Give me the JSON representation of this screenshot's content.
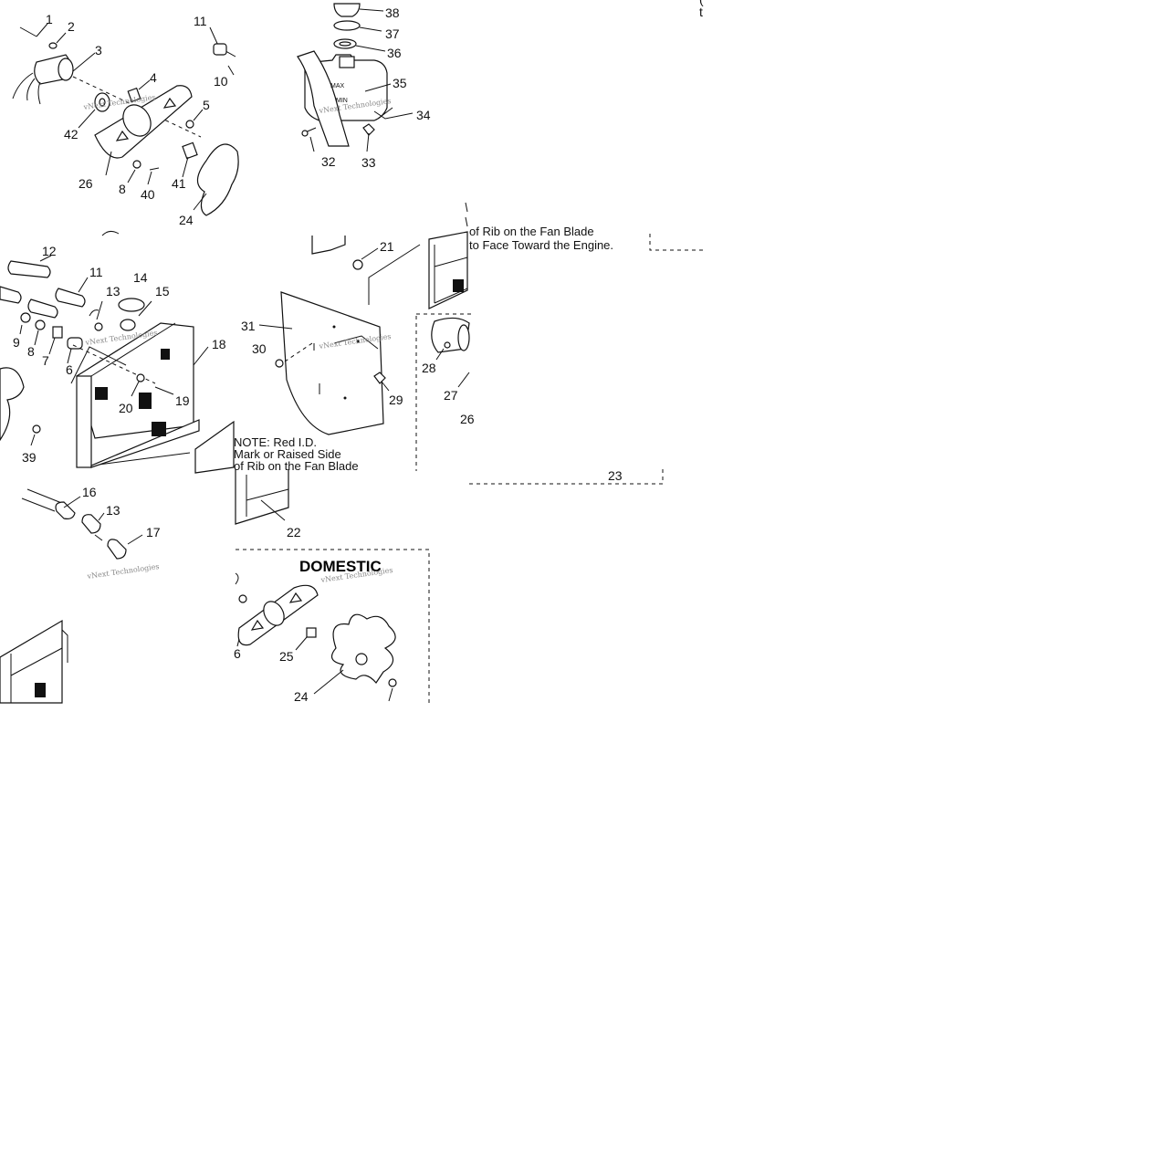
{
  "panels": {
    "top_left": {
      "callouts": [
        "1",
        "2",
        "3",
        "4",
        "5",
        "42",
        "26",
        "8",
        "40",
        "41",
        "24",
        "11",
        "10"
      ]
    },
    "top_middle": {
      "callouts": [
        "38",
        "37",
        "36",
        "35",
        "34",
        "32",
        "33"
      ],
      "tank_marks": {
        "max": "MAX",
        "min": "MIN"
      }
    },
    "mid_left": {
      "callouts": [
        "12",
        "11",
        "14",
        "15",
        "13",
        "9",
        "8",
        "7",
        "6",
        "18",
        "20",
        "19",
        "39"
      ]
    },
    "mid_center": {
      "callouts": [
        "21",
        "31",
        "30",
        "29"
      ],
      "note_lines": [
        "NOTE: Red I.D.",
        "Mark or Raised Side",
        "of Rib on the Fan Blade"
      ]
    },
    "mid_right": {
      "note_lines": [
        "of Rib on the Fan Blade",
        "to Face Toward the Engine."
      ],
      "callouts": [
        "28",
        "27",
        "26",
        "23"
      ]
    },
    "bottom_left": {
      "callouts": [
        "16",
        "13",
        "17"
      ]
    },
    "bottom_center": {
      "callouts": [
        "22",
        "6",
        "25",
        "24"
      ],
      "domestic_label": "DOMESTIC"
    },
    "top_right_fragment": {
      "chars": [
        "(",
        "t"
      ]
    }
  },
  "watermark": "vNext Technologies"
}
